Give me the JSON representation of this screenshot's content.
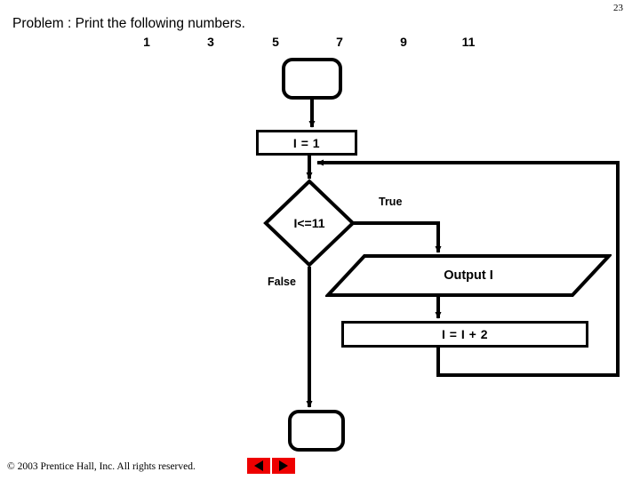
{
  "slide": {
    "page_number": "23",
    "title": "Problem : Print the following numbers.",
    "numbers": [
      "1",
      "3",
      "5",
      "7",
      "9",
      "11"
    ]
  },
  "flowchart": {
    "start_label": "",
    "init_label": "I = 1",
    "decision_label": "I<=11",
    "true_label": "True",
    "false_label": "False",
    "output_label": "Output I",
    "increment_label": "I = I + 2",
    "end_label": "",
    "line_color": "#000000",
    "fill_color": "#ffffff"
  },
  "footer": {
    "copyright": "© 2003 Prentice Hall, Inc. All rights reserved.",
    "prev_icon": "triangle-left-icon",
    "next_icon": "triangle-right-icon",
    "button_color": "#ee0000"
  }
}
